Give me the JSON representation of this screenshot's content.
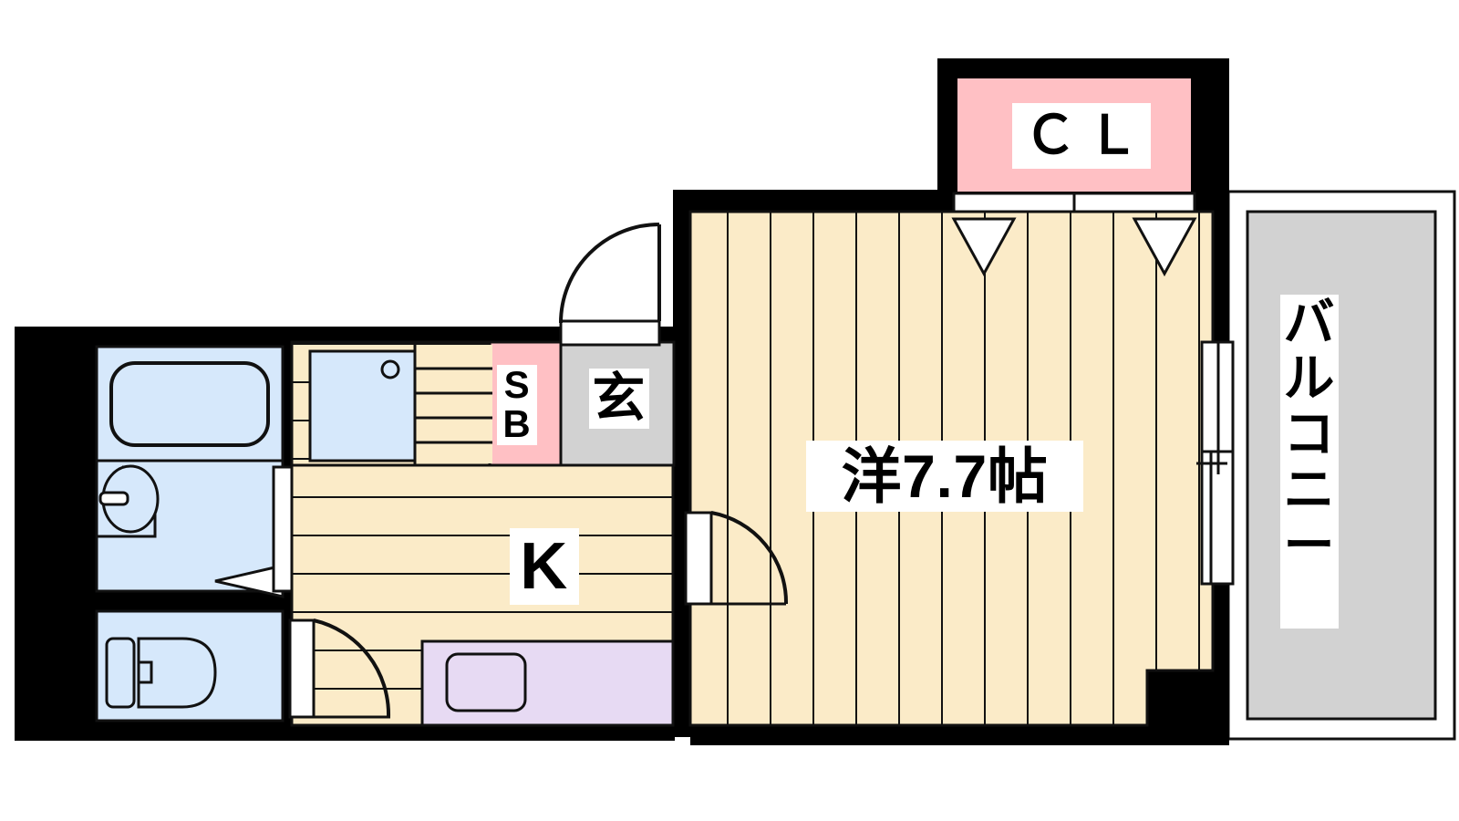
{
  "plan": {
    "type": "japanese-apartment-floor-plan",
    "layout_code": "1K",
    "rooms": [
      {
        "id": "main-room",
        "label": "洋7.7帖",
        "kind": "western-room",
        "size_jo": 7.7,
        "fill": "#FBEBC8"
      },
      {
        "id": "closet",
        "label": "ＣＬ",
        "kind": "closet",
        "fill": "#FFC0C4"
      },
      {
        "id": "kitchen",
        "label": "K",
        "kind": "kitchen",
        "fill": "#FBEBC8"
      },
      {
        "id": "shoe-box",
        "label": "SB",
        "label_lines": [
          "S",
          "B"
        ],
        "kind": "shoe-box",
        "fill": "#FFC0C4"
      },
      {
        "id": "entrance",
        "label": "玄",
        "kind": "entrance-genkan",
        "fill": "#D2D2D2"
      },
      {
        "id": "balcony",
        "label": "バルコニー",
        "label_chars": [
          "バ",
          "ル",
          "コ",
          "ニ",
          "ー"
        ],
        "kind": "balcony",
        "fill": "#D2D2D2"
      },
      {
        "id": "bathroom",
        "label": "",
        "kind": "bath-unit",
        "fill": "#D6E8FB"
      },
      {
        "id": "washroom",
        "label": "",
        "kind": "washroom-vanity",
        "fill": "#D6E8FB"
      },
      {
        "id": "toilet",
        "label": "",
        "kind": "toilet",
        "fill": "#D6E8FB"
      },
      {
        "id": "laundry-pan",
        "label": "",
        "kind": "washing-machine-space",
        "fill": "#E7DAF3"
      }
    ],
    "fixtures": [
      {
        "id": "bathtub",
        "kind": "bathtub"
      },
      {
        "id": "sink-basin",
        "kind": "wash-basin"
      },
      {
        "id": "toilet-bowl",
        "kind": "toilet-bowl"
      },
      {
        "id": "kitchen-sink",
        "kind": "kitchen-sink"
      },
      {
        "id": "stove",
        "kind": "stove-range"
      },
      {
        "id": "washer-drain",
        "kind": "washer-drain-pan"
      }
    ],
    "doors": [
      {
        "id": "entrance-door",
        "kind": "swing-door",
        "swing": "outward"
      },
      {
        "id": "room-door",
        "kind": "swing-door",
        "swing": "inward"
      },
      {
        "id": "toilet-door",
        "kind": "swing-door",
        "swing": "outward"
      },
      {
        "id": "washroom-door",
        "kind": "folding-door"
      },
      {
        "id": "closet-doors",
        "kind": "bi-fold-door",
        "panels": 2
      },
      {
        "id": "balcony-door",
        "kind": "sliding-glass-door",
        "panels": 2
      }
    ],
    "colors": {
      "wall": "#000000",
      "floor_wood": "#FBEBC8",
      "closet_pink": "#FFC0C4",
      "water_blue": "#D6E8FB",
      "gray_area": "#D2D2D2",
      "laundry_purple": "#E7DAF3",
      "outline": "#111111",
      "background": "#FFFFFF"
    }
  }
}
